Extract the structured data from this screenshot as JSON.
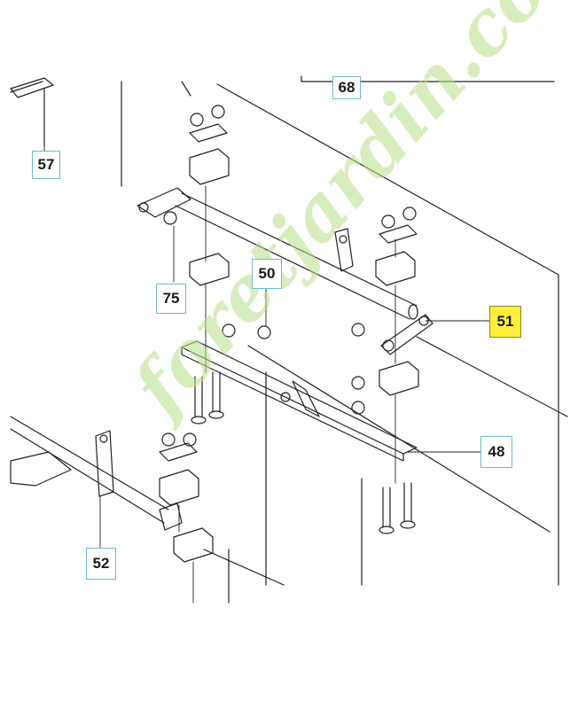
{
  "callouts": {
    "c57": "57",
    "c68": "68",
    "c75": "75",
    "c50": "50",
    "c51": "51",
    "c48": "48",
    "c52": "52"
  },
  "highlight_color": "#ffef3a",
  "watermark": {
    "text": "foretjardin.com",
    "colors": [
      "#b8e08a",
      "#f3c48a",
      "#d8d8d8"
    ]
  }
}
